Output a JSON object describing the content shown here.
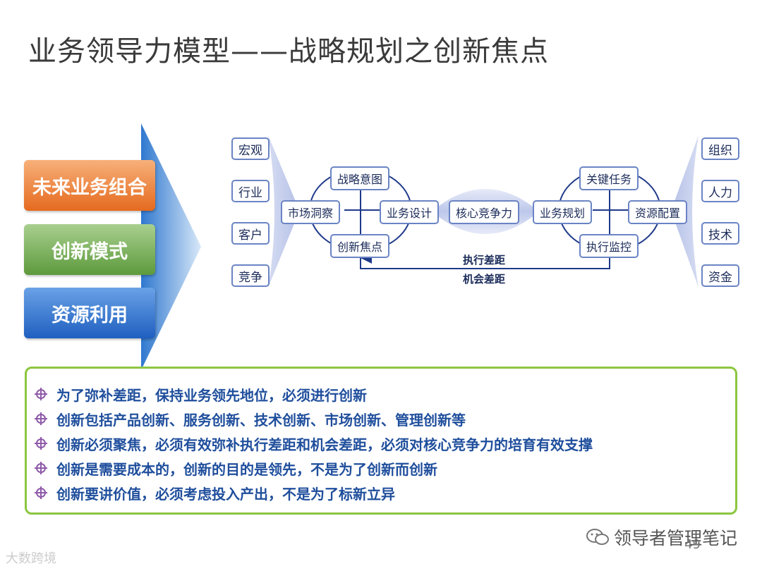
{
  "title": "业务领导力模型——战略规划之创新焦点",
  "left_boxes": [
    "未来业务组合",
    "创新模式",
    "资源利用"
  ],
  "diagram": {
    "left_tags": [
      "宏观",
      "行业",
      "客户",
      "竞争"
    ],
    "right_tags": [
      "组织",
      "人力",
      "技术",
      "资金"
    ],
    "left_cycle": {
      "top": "战略意图",
      "left": "市场洞察",
      "right": "业务设计",
      "bottom": "创新焦点"
    },
    "center": "核心竞争力",
    "right_cycle": {
      "top": "关键任务",
      "left": "业务规划",
      "right": "资源配置",
      "bottom": "执行监控"
    },
    "gap_labels": [
      "执行差距",
      "机会差距"
    ]
  },
  "bullets": [
    "为了弥补差距，保持业务领先地位，必须进行创新",
    "创新包括产品创新、服务创新、技术创新、市场创新、管理创新等",
    "创新必须聚焦，必须有效弥补执行差距和机会差距，必须对核心竞争力的培育有效支撑",
    "创新是需要成本的，创新的目的是领先，不是为了创新而创新",
    "创新要讲价值，必须考虑投入产出，不是为了标新立异"
  ],
  "watermark": "领导者管理笔记",
  "corner_logo": "大数跨境",
  "page_number": "49",
  "colors": {
    "title": "#3a3a3a",
    "box_future": "#e56a1e",
    "box_mode": "#5d9a3c",
    "box_res": "#1f5fc0",
    "node_border": "#6a84c4",
    "bullet_text": "#1f4e9c",
    "panel_border": "#8cc63f"
  }
}
